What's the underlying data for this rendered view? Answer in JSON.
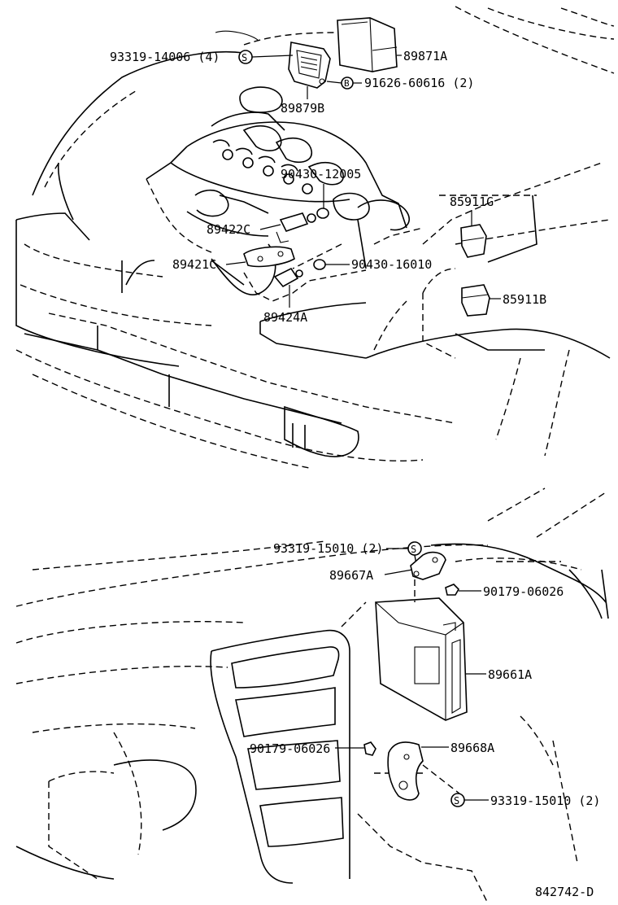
{
  "engine_bay": {
    "callouts": [
      {
        "id": "screw-93319-14006",
        "label": "93319-14006 (4)",
        "symbol": "S"
      },
      {
        "id": "ecu-89871A",
        "label": "89871A"
      },
      {
        "id": "bolt-91626-60616",
        "label": "91626-60616 (2)",
        "symbol": "B"
      },
      {
        "id": "bracket-89879B",
        "label": "89879B"
      },
      {
        "id": "gasket-90430-12005",
        "label": "90430-12005"
      },
      {
        "id": "relay-85911G",
        "label": "85911G"
      },
      {
        "id": "sensor-89422C",
        "label": "89422C"
      },
      {
        "id": "bracket-89421C",
        "label": "89421C"
      },
      {
        "id": "gasket-90430-16010",
        "label": "90430-16010"
      },
      {
        "id": "relay-85911B",
        "label": "85911B"
      },
      {
        "id": "sensor-89424A",
        "label": "89424A"
      }
    ]
  },
  "dashboard": {
    "callouts": [
      {
        "id": "screw-93319-15010-top",
        "label": "93319-15010 (2)",
        "symbol": "S"
      },
      {
        "id": "bracket-89667A",
        "label": "89667A"
      },
      {
        "id": "nut-90179-06026-right",
        "label": "90179-06026"
      },
      {
        "id": "ecu-89661A",
        "label": "89661A"
      },
      {
        "id": "nut-90179-06026-left",
        "label": "90179-06026"
      },
      {
        "id": "bracket-89668A",
        "label": "89668A"
      },
      {
        "id": "screw-93319-15010-bottom",
        "label": "93319-15010 (2)",
        "symbol": "S"
      }
    ]
  },
  "figure_code": "842742-D"
}
